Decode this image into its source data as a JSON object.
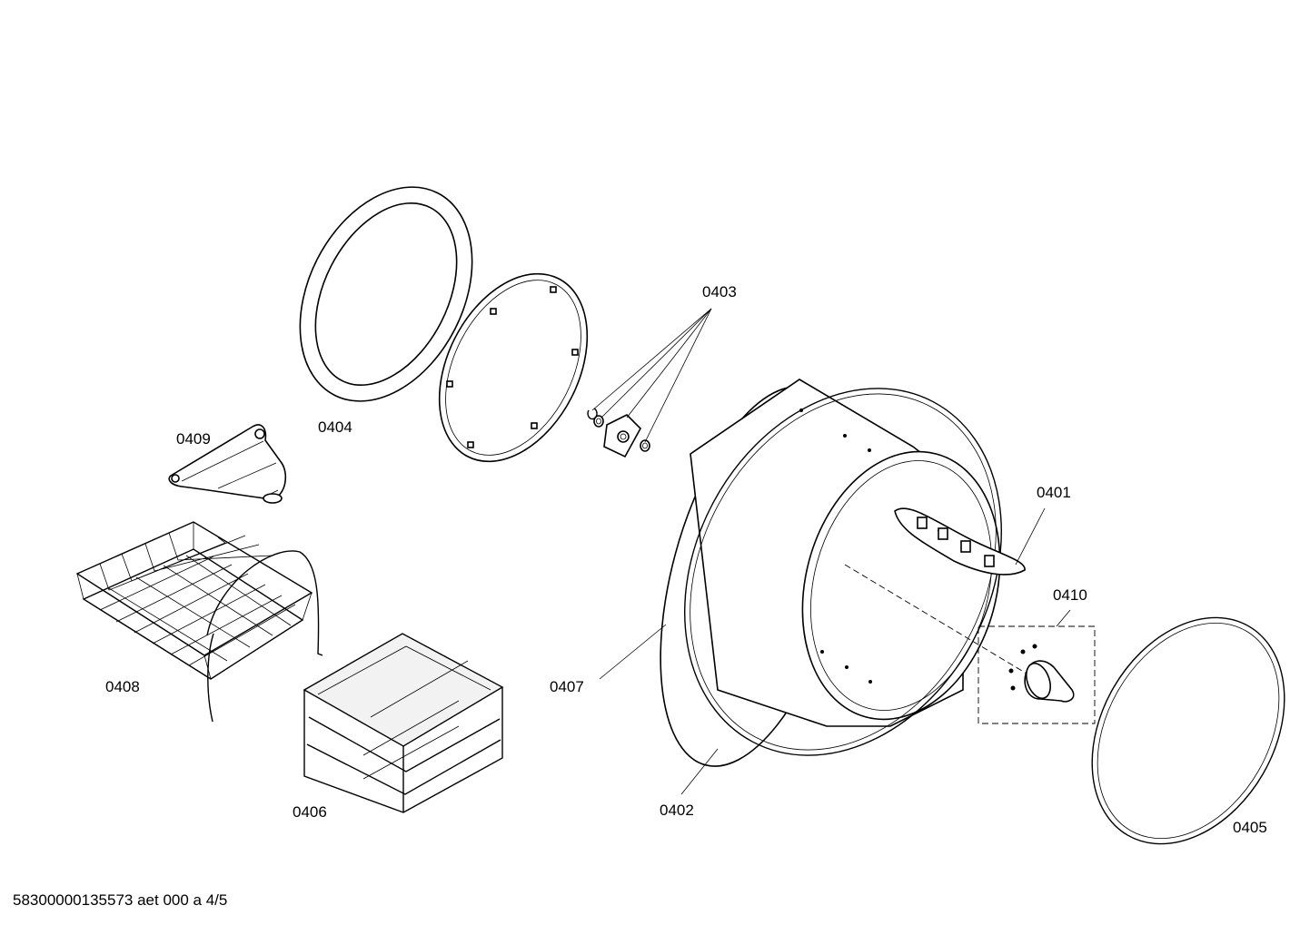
{
  "labels": {
    "p0401": "0401",
    "p0402": "0402",
    "p0403": "0403",
    "p0404": "0404",
    "p0405": "0405",
    "p0406": "0406",
    "p0407": "0407",
    "p0408": "0408",
    "p0409": "0409",
    "p0410": "0410"
  },
  "footer": "58300000135573 aet 000 a 4/5"
}
